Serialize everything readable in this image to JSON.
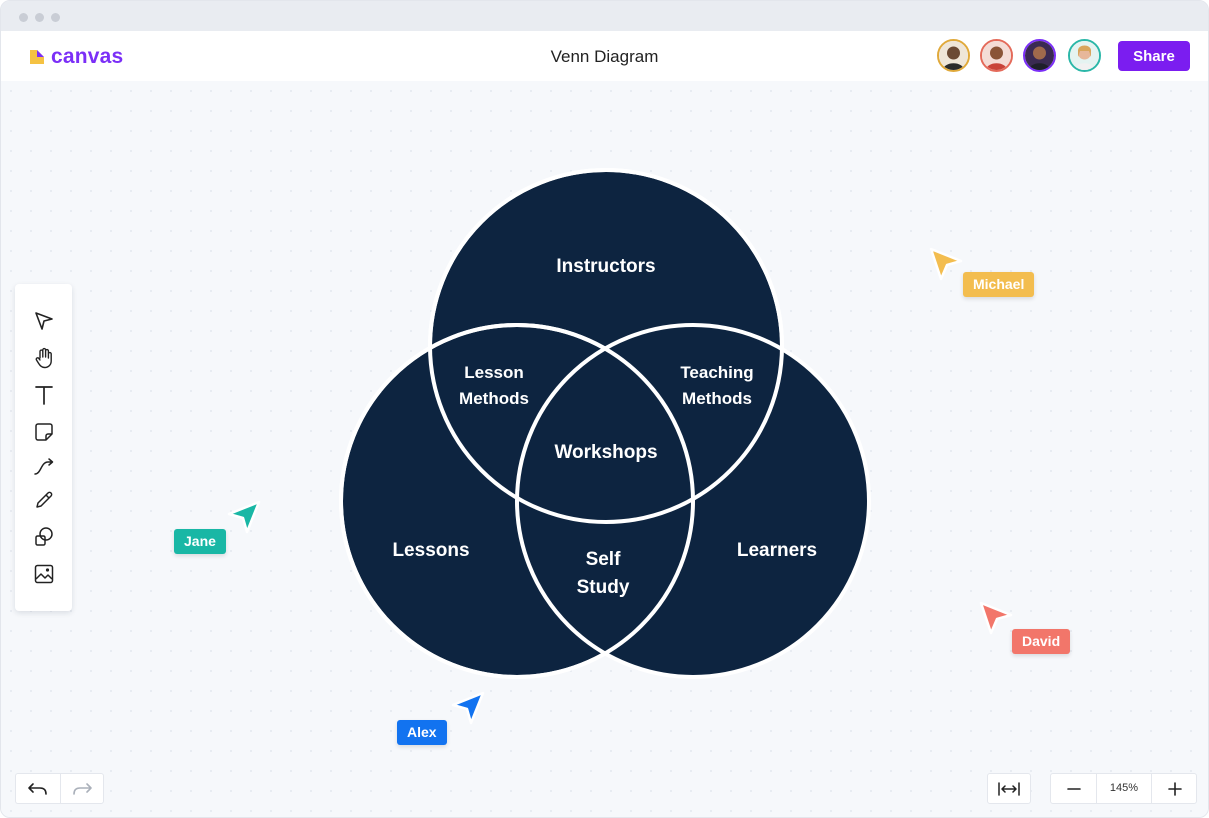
{
  "app": {
    "name": "canvas",
    "brand_color": "#7b2ff7",
    "logo_color": "#f5c242"
  },
  "document": {
    "title": "Venn Diagram"
  },
  "header": {
    "share_label": "Share",
    "share_color": "#7b1df0",
    "avatars": [
      {
        "name": "avatar-1",
        "ring_color": "#e0a93a"
      },
      {
        "name": "avatar-2",
        "ring_color": "#e46a5a"
      },
      {
        "name": "avatar-3",
        "ring_color": "#7b2ff7"
      },
      {
        "name": "avatar-4",
        "ring_color": "#2bb7a8"
      }
    ]
  },
  "toolbar": {
    "tools": [
      {
        "name": "select-tool",
        "icon": "pointer-icon"
      },
      {
        "name": "hand-tool",
        "icon": "hand-icon"
      },
      {
        "name": "text-tool",
        "icon": "text-icon"
      },
      {
        "name": "sticky-note-tool",
        "icon": "sticky-note-icon"
      },
      {
        "name": "connector-tool",
        "icon": "connector-icon"
      },
      {
        "name": "pen-tool",
        "icon": "pencil-icon"
      },
      {
        "name": "shapes-tool",
        "icon": "shapes-icon"
      },
      {
        "name": "image-tool",
        "icon": "image-icon"
      }
    ]
  },
  "venn": {
    "fill_color": "#0d2440",
    "stroke_color": "#ffffff",
    "regions": {
      "top": "Instructors",
      "left": "Lessons",
      "right": "Learners",
      "top_left_line1": "Lesson",
      "top_left_line2": "Methods",
      "top_right_line1": "Teaching",
      "top_right_line2": "Methods",
      "bottom_line1": "Self",
      "bottom_line2": "Study",
      "center": "Workshops"
    }
  },
  "collaborators": [
    {
      "name": "Michael",
      "color": "#f3bd4f"
    },
    {
      "name": "Jane",
      "color": "#19b7a5"
    },
    {
      "name": "David",
      "color": "#f2766a"
    },
    {
      "name": "Alex",
      "color": "#1273f0"
    }
  ],
  "footer": {
    "undo_icon": "undo-icon",
    "redo_icon": "redo-icon",
    "fit_icon": "fit-width-icon",
    "zoom_out_icon": "minus-icon",
    "zoom_in_icon": "plus-icon",
    "zoom_level": "145%"
  }
}
